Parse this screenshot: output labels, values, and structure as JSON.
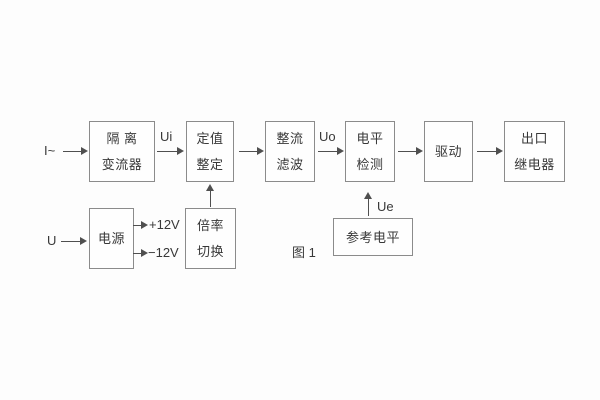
{
  "caption": "图 1",
  "colors": {
    "background": "#fdfdfd",
    "border": "#8b8b8b",
    "text": "#383838",
    "arrow": "#4f4f4f"
  },
  "labels": {
    "input_current": "I~",
    "input_voltage": "U",
    "ui": "Ui",
    "uo": "Uo",
    "ue": "Ue",
    "plus_12v": "+12V",
    "minus_12v": "−12V"
  },
  "blocks": {
    "isolation_transformer": {
      "line1": "隔 离",
      "line2": "变流器"
    },
    "setting_adjustment": {
      "line1": "定值",
      "line2": "整定"
    },
    "rectifier_filter": {
      "line1": "整流",
      "line2": "滤波"
    },
    "level_detection": {
      "line1": "电平",
      "line2": "检测"
    },
    "drive": {
      "label": "驱动"
    },
    "output_relay": {
      "line1": "出口",
      "line2": "继电器"
    },
    "power_supply": {
      "label": "电源"
    },
    "ratio_switch": {
      "line1": "倍率",
      "line2": "切换"
    },
    "reference_level": {
      "label": "参考电平"
    }
  }
}
